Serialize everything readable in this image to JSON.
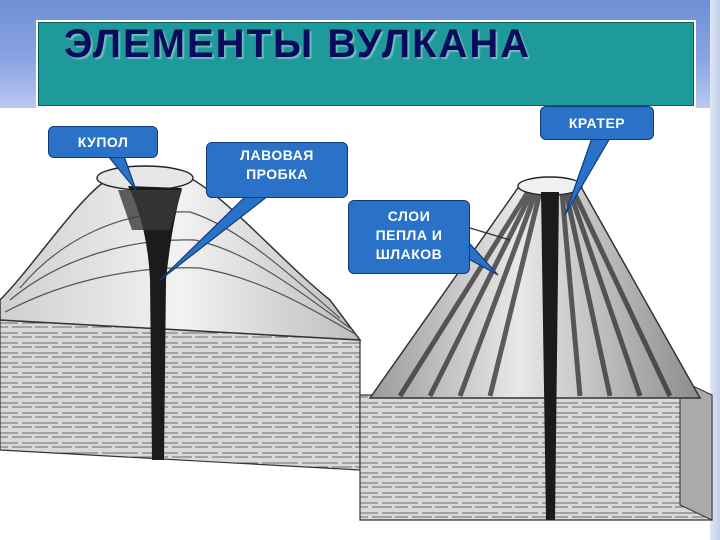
{
  "header": {
    "title": "ЭЛЕМЕНТЫ ВУЛКАНА"
  },
  "labels": {
    "dome": "КУПОЛ",
    "lava_plug_line1": "ЛАВОВАЯ",
    "lava_plug_line2": "ПРОБКА",
    "ash_layers_line1": "СЛОИ",
    "ash_layers_line2": "ПЕПЛА И",
    "ash_layers_line3": "ШЛАКОВ",
    "crater": "КРАТЕР"
  },
  "colors": {
    "title_box": "#1e9a9a",
    "title_text": "#0b0b5e",
    "callout_fill": "#2a72c8",
    "callout_text": "#ffffff"
  }
}
